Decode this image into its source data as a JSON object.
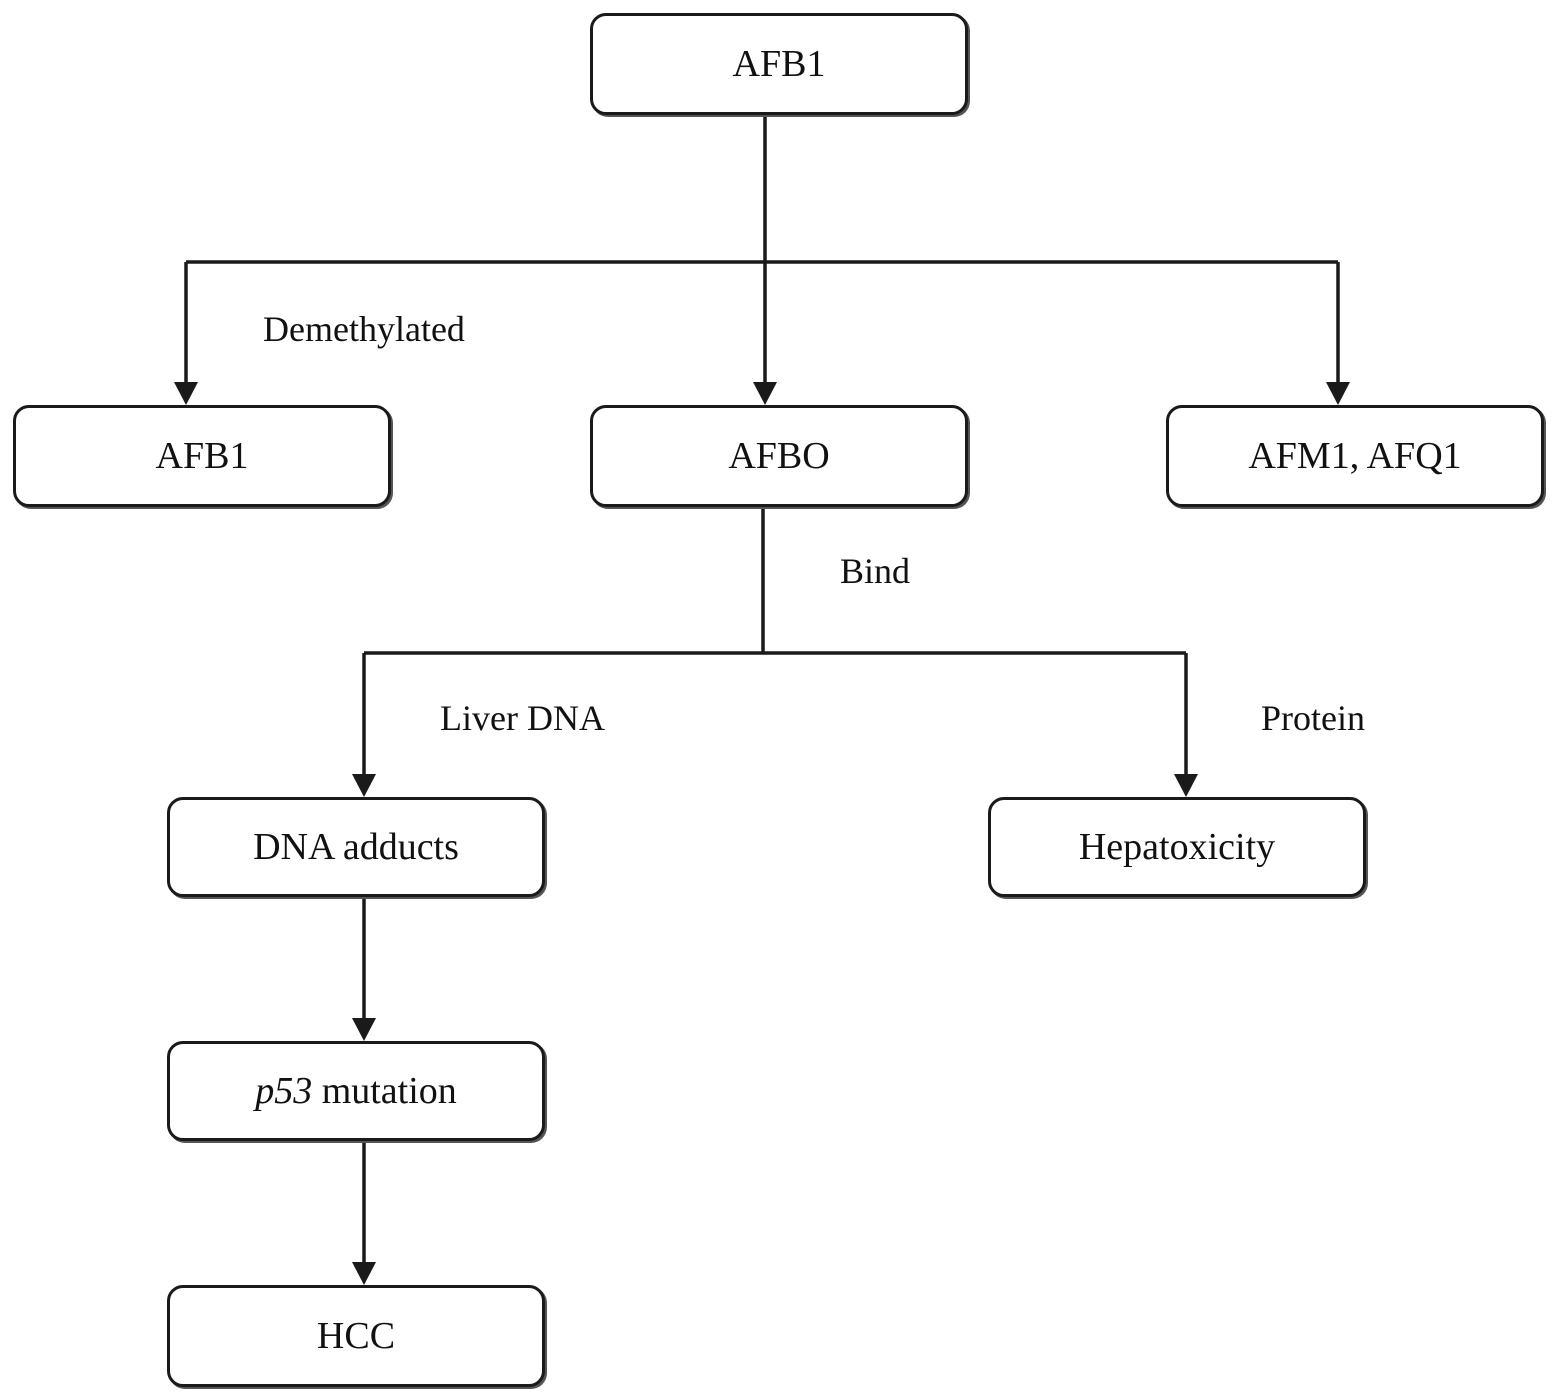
{
  "nodes": {
    "root": "AFB1",
    "afb1": "AFB1",
    "afbo": "AFBO",
    "afm1_afq1": "AFM1, AFQ1",
    "dna_adducts": "DNA adducts",
    "hepatotoxicity": "Hepatoxicity",
    "p53_italic": "p53",
    "p53_rest": " mutation",
    "hcc": "HCC"
  },
  "edge_labels": {
    "demethylated": "Demethylated",
    "bind": "Bind",
    "liver_dna": "Liver DNA",
    "protein": "Protein"
  },
  "colors": {
    "line": "#1a1a1a",
    "box_border": "#1a1a1a",
    "background": "#ffffff"
  }
}
